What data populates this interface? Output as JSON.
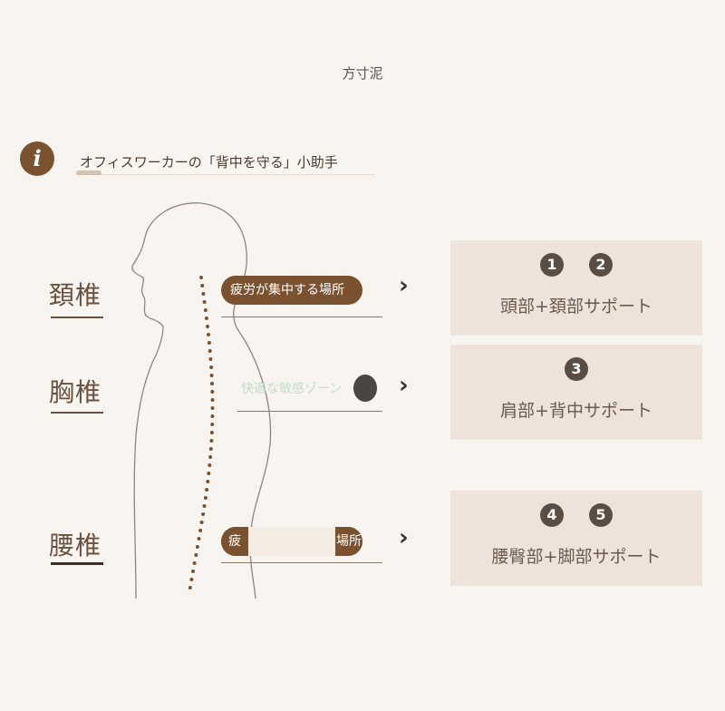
{
  "brand": "方寸泥",
  "header": {
    "text": "オフィスワーカーの「背中を守る」小助手"
  },
  "spine_labels": {
    "neck": "頚椎",
    "chest": "胸椎",
    "waist": "腰椎"
  },
  "pills": {
    "neck": "疲労が集中する場所",
    "chest": "快適な敏感ゾーン",
    "waist_left": "疲",
    "waist_right": "場所"
  },
  "chevron": "›",
  "cards": [
    {
      "numbers": [
        "1",
        "2"
      ],
      "text": "頭部+頚部サポート"
    },
    {
      "numbers": [
        "3"
      ],
      "text": "肩部+背中サポート"
    },
    {
      "numbers": [
        "4",
        "5"
      ],
      "text": "腰臀部+脚部サポート"
    }
  ],
  "colors": {
    "accent": "#7a5230",
    "card": "#ede3da",
    "background": "#f8f4ef"
  }
}
